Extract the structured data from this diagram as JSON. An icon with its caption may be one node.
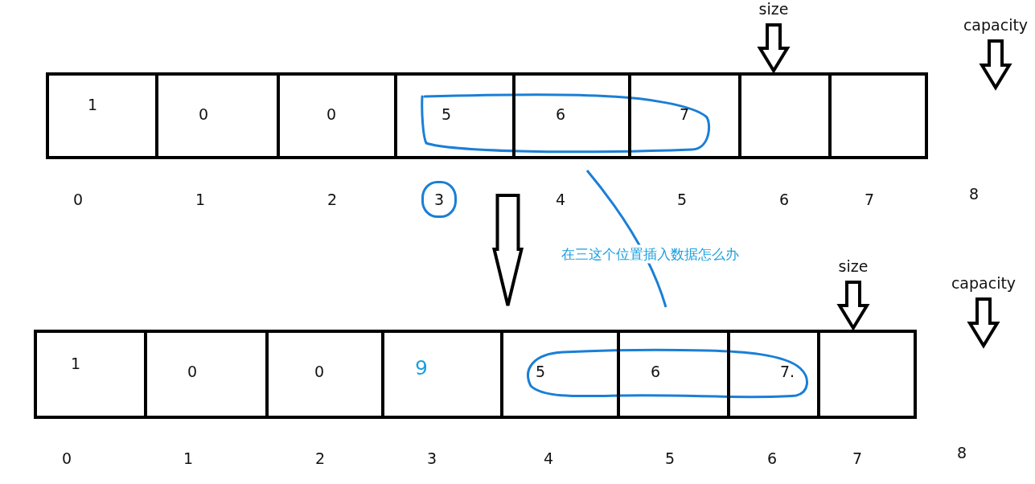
{
  "diagram": {
    "nodes": [
      {
        "text": [
          "size"
        ]
      },
      {
        "text": [
          "capacity"
        ]
      },
      {
        "text": [
          "1"
        ]
      },
      {
        "text": [
          "0"
        ]
      },
      {
        "text": [
          "0"
        ]
      },
      {
        "text": [
          "5"
        ]
      },
      {
        "text": [
          "6"
        ]
      },
      {
        "text": [
          "7"
        ]
      },
      {
        "text": [],
        "shape": "box"
      },
      {
        "text": [],
        "shape": "box"
      },
      {
        "text": [
          "3"
        ]
      },
      {
        "text": [
          "size"
        ]
      },
      {
        "text": [
          "capacity"
        ]
      },
      {
        "text": [
          "1"
        ]
      },
      {
        "text": [
          "0"
        ]
      },
      {
        "text": [
          "0"
        ]
      },
      {
        "text": [
          "9"
        ]
      },
      {
        "text": [
          "5"
        ]
      },
      {
        "text": [
          "6"
        ]
      },
      {
        "text": [
          "7."
        ]
      },
      {
        "text": [],
        "shape": "box"
      }
    ],
    "edges": [
      {
        "from": 0,
        "to": 8,
        "arrow": "to"
      },
      {
        "from": 1,
        "to": null,
        "arrow": "to"
      },
      {
        "from": 5,
        "to": 17,
        "arrow": "to"
      },
      {
        "from": 11,
        "to": 20,
        "arrow": "to"
      },
      {
        "from": 12,
        "to": null,
        "arrow": "to"
      }
    ],
    "labels": [
      "0",
      "1",
      "2",
      "4",
      "5",
      "6",
      "7",
      "8",
      "在三这个位置插入数据怎么办",
      "0",
      "1",
      "2",
      "3",
      "4",
      "5",
      "6",
      "7",
      "8"
    ]
  }
}
